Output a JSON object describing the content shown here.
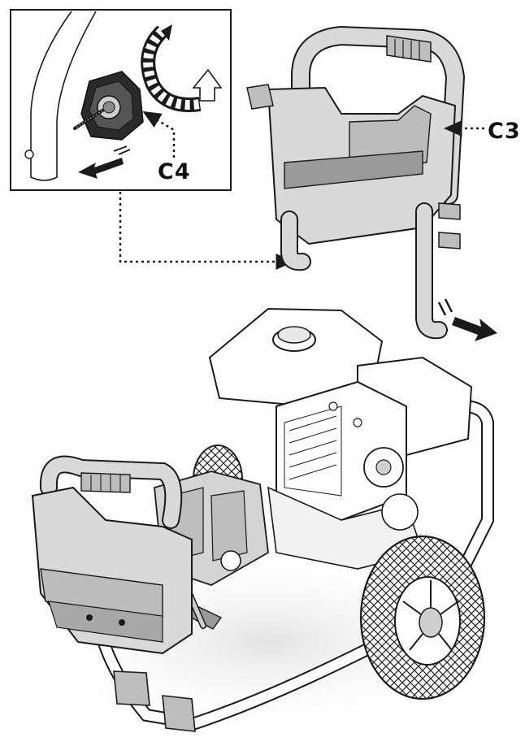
{
  "diagram": {
    "callouts": {
      "c3": "C3",
      "c4": "C4"
    },
    "colors": {
      "line": "#1a1a1a",
      "frame_fill": "#d9d9d9",
      "frame_dark": "#9a9a9a",
      "floor_shadow": "#e6e6e6",
      "background": "#ffffff"
    },
    "icons": [
      "handle-frame",
      "hose-reel-knob",
      "rotation-arrow",
      "direction-arrow",
      "pressure-washer-engine",
      "pump-unit",
      "wheel"
    ]
  }
}
